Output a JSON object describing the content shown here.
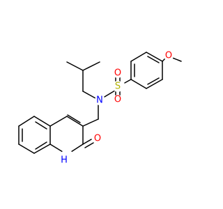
{
  "colors": {
    "bond": "#000000",
    "oxygen": "#ff0000",
    "nitrogen": "#0000ff",
    "sulfur": "#b3b300",
    "background": "#ffffff"
  },
  "atom_labels": {
    "methoxy_o": "O",
    "sulfonyl_o_top": "O",
    "sulfur": "S",
    "sulfonyl_o_bottom": "O",
    "sulfonamide_n": "N",
    "carbonyl_o": "O",
    "ring_nh": "H"
  }
}
